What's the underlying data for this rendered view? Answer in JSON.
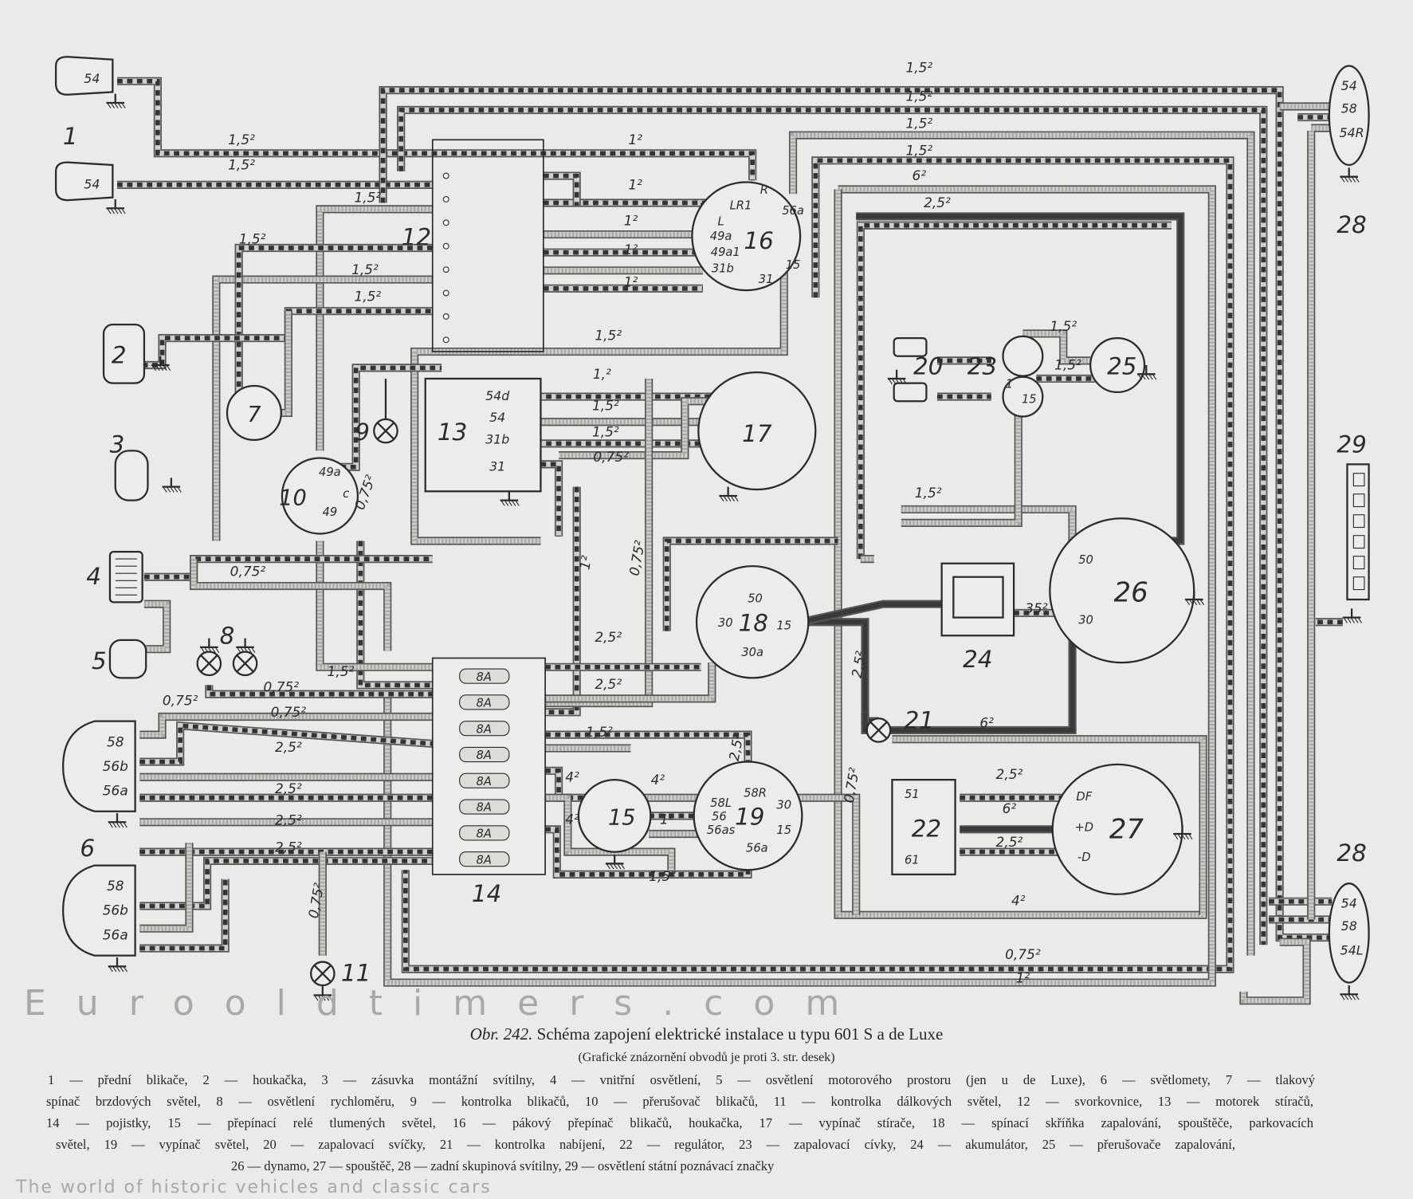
{
  "caption": {
    "figure_no": "Obr. 242.",
    "title": "Schéma zapojení elektrické instalace u typu 601 S a de Luxe",
    "subtitle": "(Grafické znázornění obvodů je proti 3. str. desek)",
    "legend_lines": [
      "1 — přední blikače,  2 — houkačka,  3 — zásuvka montážní svítilny,  4 — vnitřní osvětlení,  5 — osvětlení motorového prostoru (jen u de Luxe),  6 — světlomety,  7 — tlakový",
      "spínač brzdových světel,  8 — osvětlení rychloměru,  9 — kontrolka blikačů,  10 — přerušovač blikačů,  11 — kontrolka dálkových světel,  12 — svorkovnice,  13 — motorek stíračů,",
      "14 — pojistky,  15 — přepínací relé tlumených světel,  16 — pákový přepínač blikačů, houkačka,  17 — vypínač stírače,  18 — spínací skříňka zapalování, spouštěče, parkovacích",
      "světel,  19 — vypínač světel,  20 — zapalovací svíčky,  21 — kontrolka nabíjení,  22 — regulátor,  23 — zapalovací cívky,  24 — akumulátor,  25 — přerušovače zapalování,",
      "26 — dynamo,  27 — spouštěč,  28 — zadní skupinová svítilny,  29 — osvětlení státní poznávací značky"
    ]
  },
  "watermark": {
    "site": "Eurooldtimers.com",
    "tagline": "The world of historic vehicles and classic cars"
  },
  "components": {
    "c1": {
      "number": "1",
      "terminals": [
        "54",
        "54"
      ]
    },
    "c2": {
      "number": "2"
    },
    "c3": {
      "number": "3"
    },
    "c4": {
      "number": "4"
    },
    "c5": {
      "number": "5"
    },
    "c6": {
      "number": "6",
      "terminals": [
        "58",
        "56b",
        "56a",
        "58",
        "56b",
        "56a"
      ]
    },
    "c7": {
      "number": "7"
    },
    "c8": {
      "number": "8"
    },
    "c9": {
      "number": "9"
    },
    "c10": {
      "number": "10",
      "terminals": [
        "49a",
        "49",
        "c"
      ]
    },
    "c11": {
      "number": "11"
    },
    "c12": {
      "number": "12"
    },
    "c13": {
      "number": "13",
      "terminals": [
        "54d",
        "54",
        "31b",
        "31"
      ]
    },
    "c14": {
      "number": "14",
      "fuses": [
        "8A",
        "8A",
        "8A",
        "8A",
        "8A",
        "8A",
        "8A",
        "8A"
      ]
    },
    "c15": {
      "number": "15"
    },
    "c16": {
      "number": "16",
      "terminals": [
        "R",
        "LR1",
        "L",
        "49a",
        "49a1",
        "31b",
        "31",
        "56a",
        "15"
      ]
    },
    "c17": {
      "number": "17"
    },
    "c18": {
      "number": "18",
      "terminals": [
        "50",
        "30",
        "15",
        "30a"
      ]
    },
    "c19": {
      "number": "19",
      "terminals": [
        "58R",
        "58L",
        "56",
        "56as",
        "56a",
        "30",
        "15"
      ]
    },
    "c20": {
      "number": "20"
    },
    "c21": {
      "number": "21"
    },
    "c22": {
      "number": "22",
      "terminals": [
        "51",
        "61"
      ]
    },
    "c23": {
      "number": "23",
      "terminals": [
        "1",
        "15"
      ]
    },
    "c24": {
      "number": "24"
    },
    "c25": {
      "number": "25"
    },
    "c26": {
      "number": "26",
      "terminals": [
        "50",
        "30"
      ]
    },
    "c27": {
      "number": "27",
      "terminals": [
        "DF",
        "+D",
        "-D"
      ]
    },
    "c28": {
      "number": "28",
      "terminals": [
        "54",
        "58",
        "54R",
        "54",
        "58",
        "54L"
      ]
    },
    "c29": {
      "number": "29"
    }
  },
  "wire_gauges": [
    "1,5²",
    "1,5²",
    "1,5²",
    "1,5²",
    "6²",
    "2,5²",
    "1,5²",
    "1,5²",
    "1²",
    "1²",
    "1,5²",
    "1²",
    "1²",
    "1,5²",
    "1,5²",
    "1²",
    "1,5²",
    "1,5²",
    "1,5²",
    "1,5²",
    "1,²",
    "1,5²",
    "1,5²",
    "0,75²",
    "0,75²",
    "1,5²",
    "0,75²",
    "1²",
    "0,75²",
    "2,5²",
    "35²",
    "2,5²",
    "1,5²",
    "0,75²",
    "2,5²",
    "0,75²",
    "0,75²",
    "6²",
    "1,5²",
    "2,5²",
    "2,5²",
    "2,5²",
    "2,5²",
    "2,5²",
    "4²",
    "4²",
    "4²",
    "1²",
    "0,75²",
    "2,5²",
    "6²",
    "2,5²",
    "1,5²",
    "4²",
    "0,75²",
    "0,75²",
    "1²"
  ],
  "colors": {
    "paper": "#eaeae8",
    "ink": "#2b2b2b",
    "wire_fill": "#a9a9a5"
  }
}
